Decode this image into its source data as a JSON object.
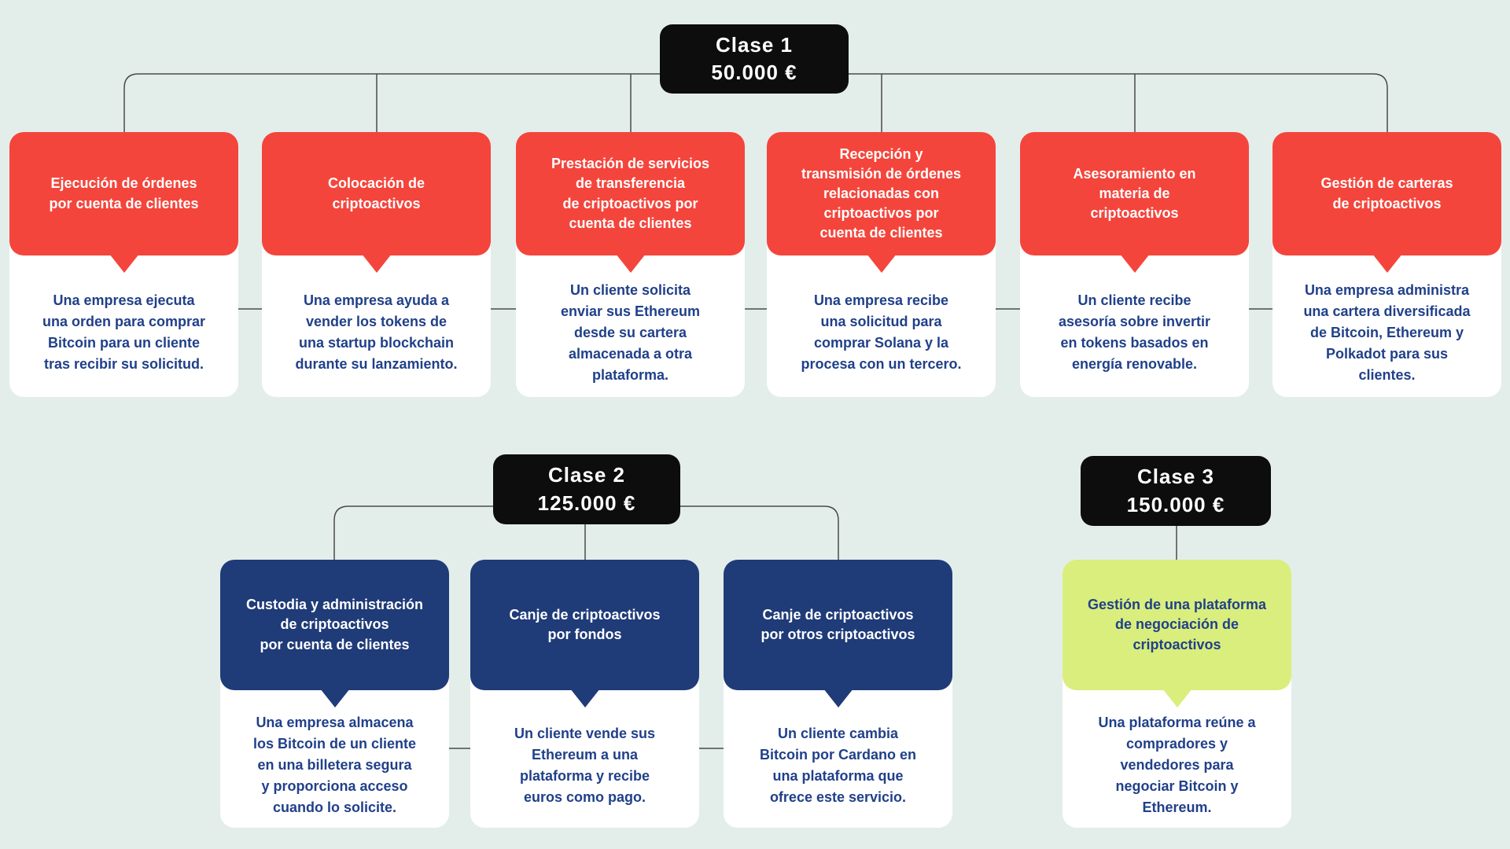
{
  "palette": {
    "background": "#E3EEEB",
    "red": "#F4453C",
    "navy_box": "#1F3B78",
    "navy_text": "#204089",
    "green": "#D9EE7D",
    "black_node": "#0D0D0D",
    "card_white": "#FFFFFF",
    "connector_line": "#4A4A4A"
  },
  "class_nodes": [
    {
      "label": "Clase 1",
      "amount": "50.000 €"
    },
    {
      "label": "Clase 2",
      "amount": "125.000 €"
    },
    {
      "label": "Clase 3",
      "amount": "150.000 €"
    }
  ],
  "row1": {
    "items": [
      {
        "title": "Ejecución de órdenes\npor cuenta de clientes",
        "description": "Una empresa ejecuta\nuna orden para comprar\nBitcoin para un cliente\ntras recibir su solicitud."
      },
      {
        "title": "Colocación de\ncriptoactivos",
        "description": "Una empresa ayuda a\nvender los tokens de\nuna startup blockchain\ndurante su lanzamiento."
      },
      {
        "title": "Prestación de servicios\nde transferencia\nde criptoactivos por\ncuenta de clientes",
        "description": "Un cliente solicita\nenviar sus Ethereum\ndesde su cartera\nalmacenada a otra\nplataforma."
      },
      {
        "title": "Recepción y\ntransmisión de órdenes\nrelacionadas con\ncriptoactivos por\ncuenta de clientes",
        "description": "Una empresa recibe\nuna solicitud para\ncomprar Solana y la\nprocesa con un tercero."
      },
      {
        "title": "Asesoramiento en\nmateria de\ncriptoactivos",
        "description": "Un cliente recibe\nasesoría sobre invertir\nen tokens basados en\nenergía renovable."
      },
      {
        "title": "Gestión de carteras\nde criptoactivos",
        "description": "Una empresa administra\nuna cartera diversificada\nde Bitcoin, Ethereum y\nPolkadot para sus\nclientes."
      }
    ]
  },
  "row2": {
    "items": [
      {
        "title": "Custodia y administración\nde criptoactivos\npor cuenta de clientes",
        "description": "Una empresa almacena\nlos Bitcoin de un cliente\nen una billetera segura\ny proporciona acceso\ncuando lo solicite."
      },
      {
        "title": "Canje de criptoactivos\npor fondos",
        "description": "Un cliente vende sus\nEthereum a una\nplataforma y recibe\neuros como pago."
      },
      {
        "title": "Canje de criptoactivos\npor otros criptoactivos",
        "description": "Un cliente cambia\nBitcoin por Cardano en\nuna plataforma que\nofrece este servicio."
      },
      {
        "title": "Gestión de una plataforma\nde negociación de\ncriptoactivos",
        "description": "Una plataforma reúne a\ncompradores y\nvendedores para\nnegociar Bitcoin y\nEthereum."
      }
    ]
  }
}
